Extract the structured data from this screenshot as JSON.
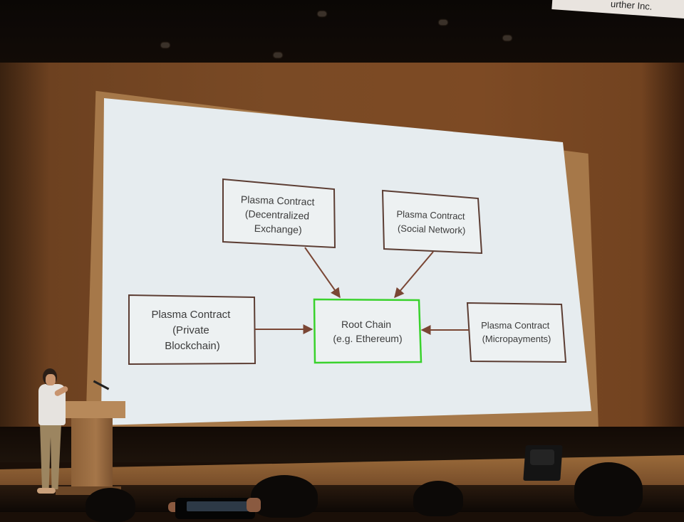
{
  "banner": {
    "text": "urther Inc."
  },
  "slide": {
    "nodes": {
      "dex": [
        "Plasma Contract",
        "(Decentralized",
        "Exchange)"
      ],
      "social": [
        "Plasma Contract",
        "(Social Network)"
      ],
      "private": [
        "Plasma Contract",
        "(Private",
        "Blockchain)"
      ],
      "root": [
        "Root Chain",
        "(e.g. Ethereum)"
      ],
      "micro": [
        "Plasma Contract",
        "(Micropayments)"
      ]
    },
    "colors": {
      "box_border": "#5c3d33",
      "root_border": "#39d22c",
      "arrow": "#7a4634",
      "text": "#3c3c3c",
      "slide_bg": "#e6ecef"
    }
  }
}
